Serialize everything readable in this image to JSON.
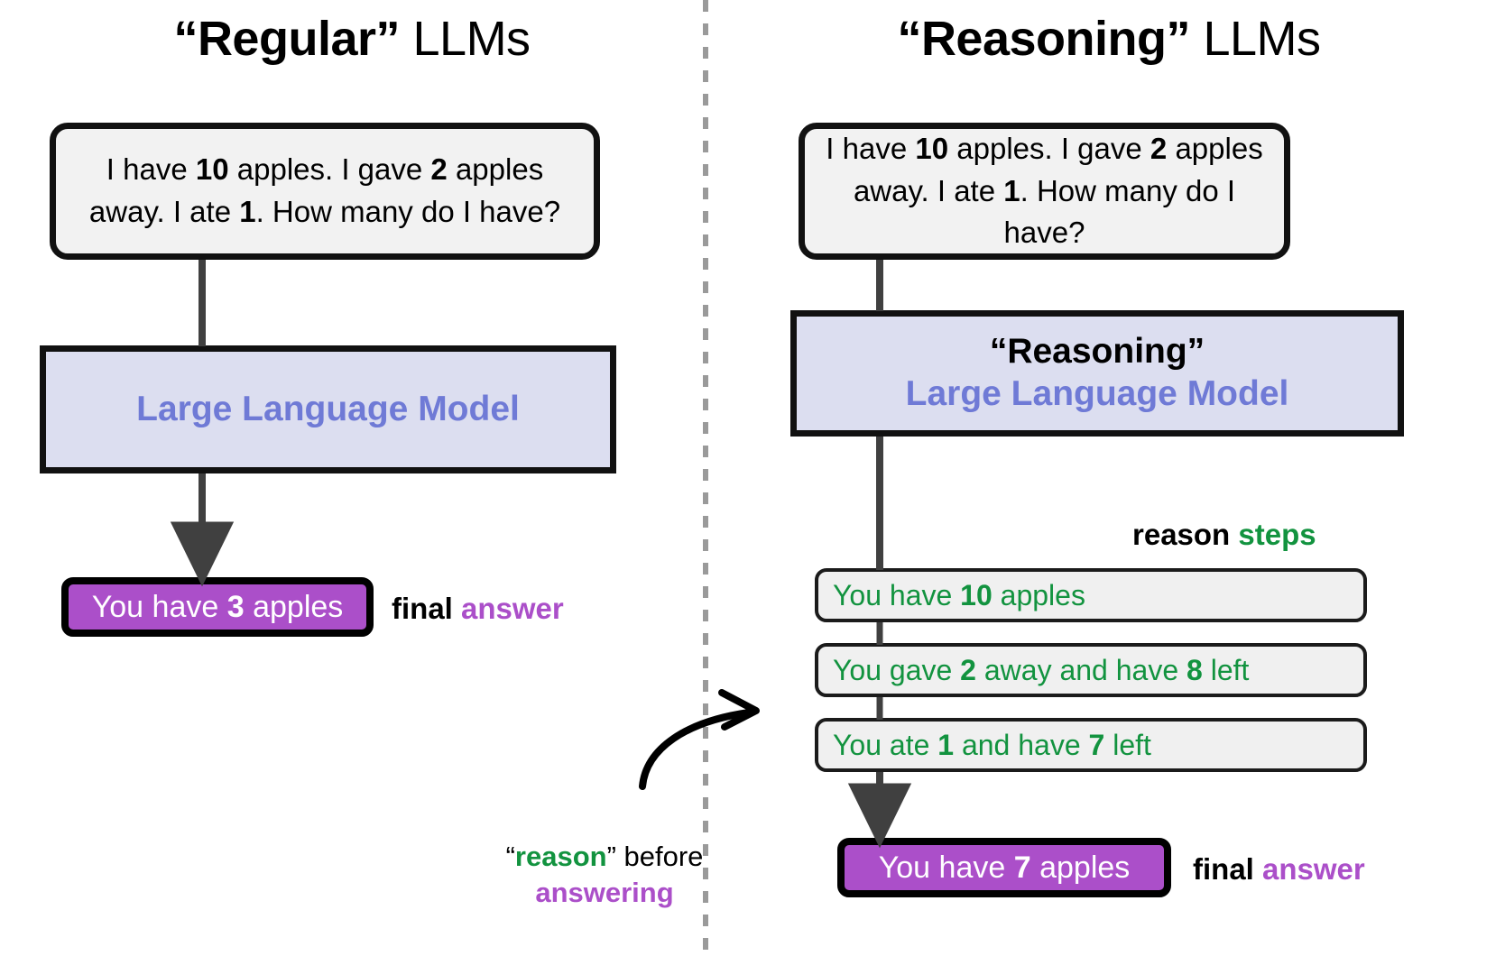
{
  "columns": {
    "left": {
      "title_quoted": "“Regular”",
      "title_rest": " LLMs",
      "prompt_line1_a": "I have ",
      "prompt_line1_n1": "10",
      "prompt_line1_b": " apples. I gave ",
      "prompt_line1_n2": "2",
      "prompt_line1_c": " apples",
      "prompt_line2_a": "away. I ate ",
      "prompt_line2_n1": "1",
      "prompt_line2_b": ". How many do I have?",
      "llm_name": "Large Language Model",
      "answer_a": "You have ",
      "answer_n": "3",
      "answer_b": " apples",
      "answer_tag_black": "final ",
      "answer_tag_purple": "answer"
    },
    "right": {
      "title_quoted": "“Reasoning”",
      "title_rest": " LLMs",
      "prompt_line1_a": "I have ",
      "prompt_line1_n1": "10",
      "prompt_line1_b": " apples. I gave ",
      "prompt_line1_n2": "2",
      "prompt_line1_c": " apples",
      "prompt_line2_a": "away. I ate ",
      "prompt_line2_n1": "1",
      "prompt_line2_b": ". How many do I have?",
      "llm_title": "“Reasoning”",
      "llm_name": "Large Language Model",
      "steps_tag_black": "reason ",
      "steps_tag_green": "steps",
      "steps": [
        {
          "a": "You have ",
          "n1": "10",
          "b": " apples",
          "n2": "",
          "c": ""
        },
        {
          "a": "You gave ",
          "n1": "2",
          "b": " away and have ",
          "n2": "8",
          "c": " left"
        },
        {
          "a": "You ate ",
          "n1": "1",
          "b": " and have ",
          "n2": "7",
          "c": " left"
        }
      ],
      "answer_a": "You have ",
      "answer_n": "7",
      "answer_b": " apples",
      "answer_tag_black": "final ",
      "answer_tag_purple": "answer"
    }
  },
  "annotation": {
    "line1_open_quote": "“",
    "line1_green": "reason",
    "line1_close_quote": "”",
    "line1_rest": " before",
    "line2_purple": "answering"
  },
  "colors": {
    "purple": "#ab4fc9",
    "green": "#12933f",
    "llm_blue": "#6f7ad6",
    "llm_fill": "#dcdef0",
    "box_fill": "#f2f2f2",
    "stroke": "#111111",
    "arrow_gray": "#404040",
    "divider_gray": "#9a9a9a"
  }
}
